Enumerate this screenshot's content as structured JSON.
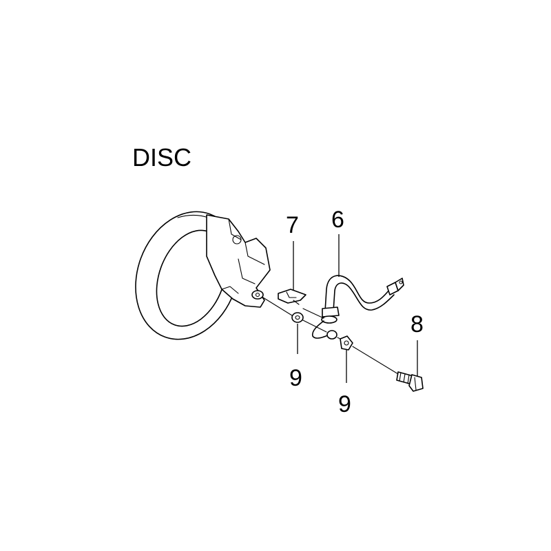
{
  "title": "DISC",
  "callouts": {
    "brake_hose": "6",
    "hose_clip": "7",
    "union_bolt": "8",
    "washer_inner": "9",
    "washer_outer": "9"
  }
}
